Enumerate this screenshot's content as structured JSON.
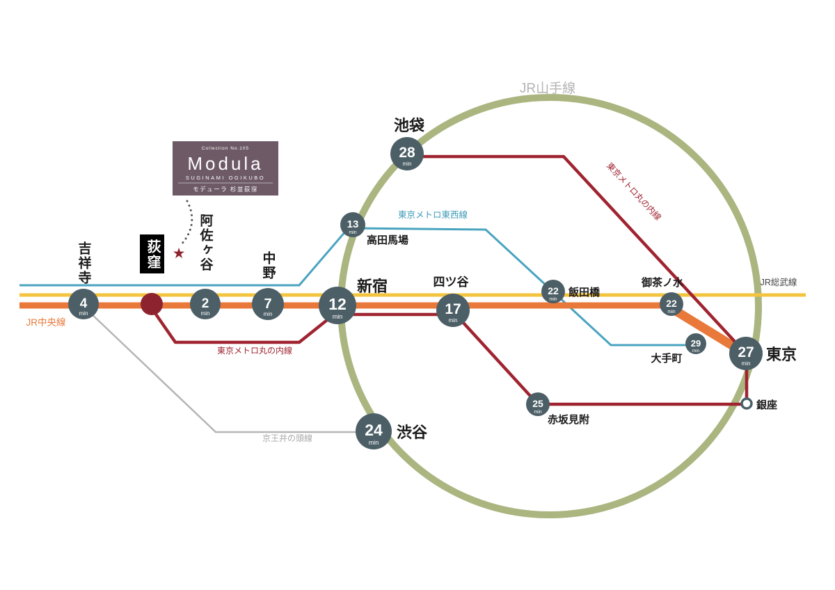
{
  "units": {
    "min": "min"
  },
  "logo": {
    "collection": "Collection No.105",
    "name": "Modula",
    "sub": "SUGINAMI OGIKUBO",
    "jp": "モデューラ 杉並荻窪",
    "bg_color": "#6d5a66"
  },
  "star_glyph": "★",
  "station_style": {
    "circle_color": "#4c5f66",
    "home_color": "#8e2330",
    "badge_bg": "#000000"
  },
  "lines": {
    "yamanote": {
      "label": "JR山手線",
      "color": "#aab580",
      "label_color": "#b3b3b3"
    },
    "chuo": {
      "label": "JR中央線",
      "color": "#e8793a",
      "label_color": "#e8793a"
    },
    "sobu": {
      "label": "JR総武線",
      "color": "#f3c440",
      "label_color": "#444444"
    },
    "tozai": {
      "label": "東京メトロ東西線",
      "color": "#49a3c0",
      "label_color": "#3f9ab8"
    },
    "marunouchi": {
      "label": "東京メトロ丸の内線",
      "color": "#9f2430",
      "label_color": "#9f2430"
    },
    "inokashira": {
      "label": "京王井の頭線",
      "color": "#b5b5b5",
      "label_color": "#a9a9a9"
    }
  },
  "home_station": {
    "name": "荻窪"
  },
  "stations": {
    "kichijoji": {
      "name": "吉祥寺",
      "min": "4"
    },
    "asagaya": {
      "name": "阿佐ヶ谷",
      "min": "2"
    },
    "nakano": {
      "name": "中野",
      "min": "7"
    },
    "shinjuku": {
      "name": "新宿",
      "min": "12"
    },
    "takadanobaba": {
      "name": "高田馬場",
      "min": "13"
    },
    "ikebukuro": {
      "name": "池袋",
      "min": "28"
    },
    "yotsuya": {
      "name": "四ツ谷",
      "min": "17"
    },
    "iidabashi": {
      "name": "飯田橋",
      "min": "22"
    },
    "ochanomizu": {
      "name": "御茶ノ水",
      "min": "22"
    },
    "otemachi": {
      "name": "大手町",
      "min": "29"
    },
    "tokyo": {
      "name": "東京",
      "min": "27"
    },
    "akasakamitsuke": {
      "name": "赤坂見附",
      "min": "25"
    },
    "shibuya": {
      "name": "渋谷",
      "min": "24"
    },
    "ginza": {
      "name": "銀座"
    }
  }
}
